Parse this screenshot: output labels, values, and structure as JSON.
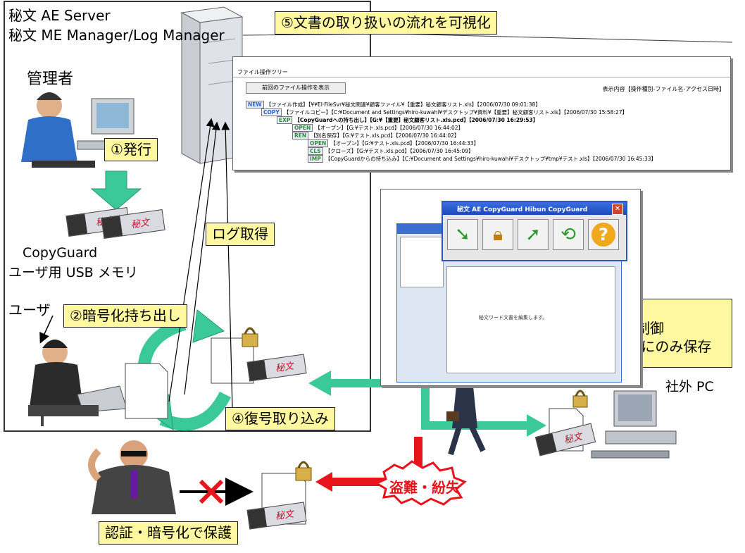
{
  "server": {
    "line1": "秘文 AE Server",
    "line2": "秘文 ME Manager/Log Manager"
  },
  "labels": {
    "admin": "管理者",
    "usb_line1": "CopyGuard",
    "usb_line2": "ユーザ用 USB メモリ",
    "user": "ユーザ",
    "external_pc": "社外 PC"
  },
  "callouts": {
    "step1": "①発行",
    "step2": "②暗号化持ち出し",
    "step3_title": "③文書編集",
    "step3_line2": "印刷・編集制御",
    "step3_line3": "USB メモリにのみ保存",
    "step4": "④復号取り込み",
    "step5": "⑤文書の取り扱いの流れを可視化",
    "log": "ログ取得",
    "theft": "盗難・紛失",
    "protect": "認証・暗号化で保護"
  },
  "log_window": {
    "title": "ファイル操作ツリー",
    "prev_button": "前回のファイル操作を表示",
    "display_info": "表示内容【操作種別-ファイル名-アクセス日時】",
    "rows": [
      {
        "tag": "NEW",
        "text": "【ファイル作成】【¥¥EI·FileSvr¥秘文関連¥顧客ファイル¥【重要】秘文顧客リスト.xls】【2006/07/30 09:01:38】"
      },
      {
        "tag": "COPY",
        "text": "【ファイルコピー】【C:¥Document and Settings¥hiro-kuwahi¥デスクトップ¥資料¥【重要】秘文顧客リスト.xls】【2006/07/30 15:58:27】"
      },
      {
        "tag": "EXP",
        "text": "【CopyGuardへの持ち出し】【G:¥【重要】秘文顧客リスト.xls.pcd】【2006/07/30 16:29:53】"
      },
      {
        "tag": "OPEN",
        "text": "【オープン】【G:¥テスト.xls.pcd】【2006/07/30 16:44:02】"
      },
      {
        "tag": "REN",
        "text": "【別名保存】【G:¥テスト.xls.pcd】【2006/07/30 16:44:02】"
      },
      {
        "tag": "OPEN",
        "text": "【オープン】【G:¥テスト.xls.pcd】【2006/07/30 16:44:33】"
      },
      {
        "tag": "CLS",
        "text": "【クローズ】【G:¥テスト.xls.pcd】【2006/07/30 16:45:09】"
      },
      {
        "tag": "IMP",
        "text": "【CopyGuardからの持ち込み】【C:¥Document and Settings¥hiro-kuwahi¥デスクトップ¥tmp¥テスト.xls】【2006/07/30 16:45:33】"
      }
    ]
  },
  "copyguard_window": {
    "title": "秘文 AE CopyGuard Hibun CopyGuard",
    "doc_text": "秘文ワード文書を編集します。"
  },
  "usb_brand": "秘文",
  "colors": {
    "callout_bg": "#fff8a0",
    "green_arrow": "#3cc99a",
    "red_arrow": "#e8141c",
    "panel_border": "#333333"
  }
}
